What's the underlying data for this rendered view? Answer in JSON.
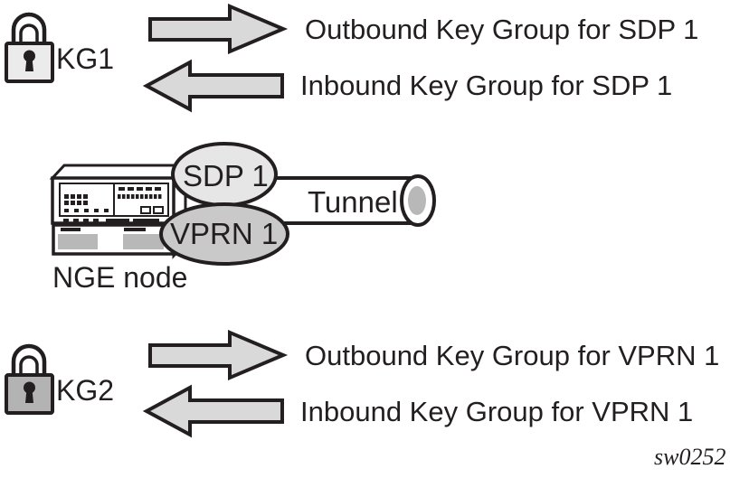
{
  "figure": {
    "watermark": "sw0252"
  },
  "colors": {
    "background": "#ffffff",
    "outline": "#231f20",
    "arrow_fill": "#d9d9d9",
    "sdp_ellipse_fill": "#e6e6e6",
    "vprn_ellipse_fill": "#c9c9c9",
    "tunnel_fill": "#ffffff",
    "tunnel_cap_inner": "#b8b8b8",
    "kg1_body_fill": "#ebebeb",
    "kg2_body_fill": "#b3b3b3",
    "chassis_fill": "#ffffff",
    "fan_fill": "#b8b8b8"
  },
  "top_group": {
    "lock_label": "KG1",
    "outbound_label": "Outbound Key Group for SDP 1",
    "inbound_label": "Inbound Key Group for SDP 1"
  },
  "node": {
    "label": "NGE node",
    "sdp_label": "SDP 1",
    "vprn_label": "VPRN 1",
    "tunnel_label": "Tunnel"
  },
  "bottom_group": {
    "lock_label": "KG2",
    "outbound_label": "Outbound Key Group for VPRN 1",
    "inbound_label": "Inbound Key Group for VPRN 1"
  }
}
